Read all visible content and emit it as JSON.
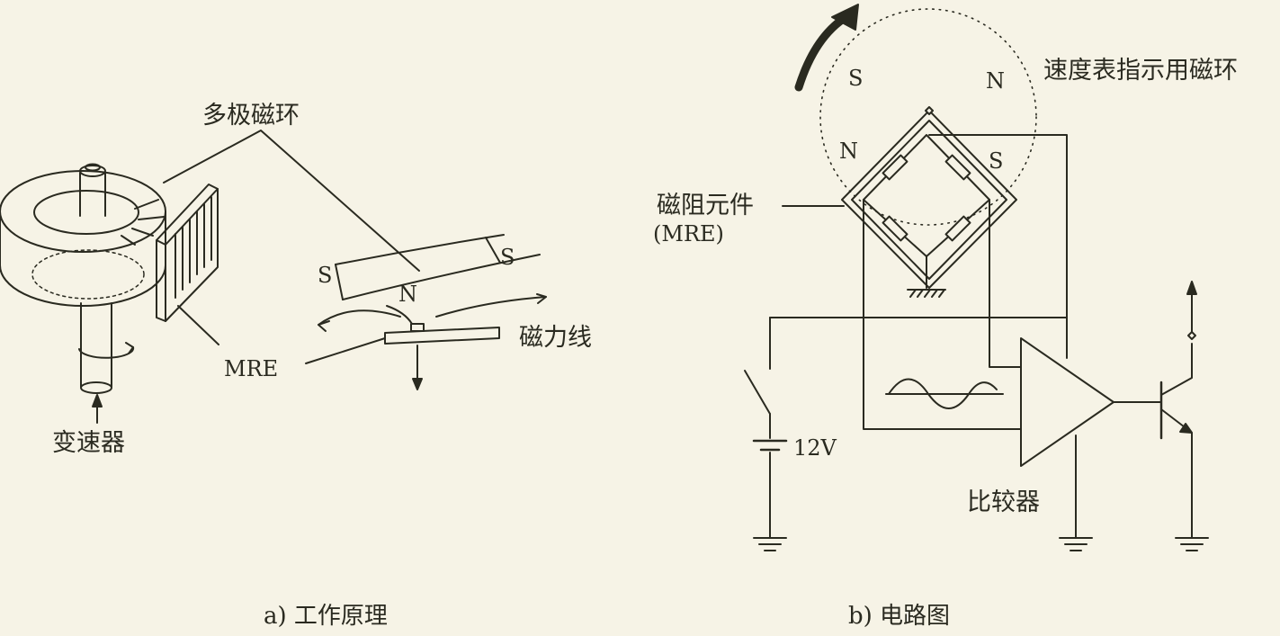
{
  "colors": {
    "background": "#f6f3e6",
    "ink": "#2a2a20"
  },
  "panel_a": {
    "caption": "a) 工作原理",
    "multipole_ring_label": "多极磁环",
    "mre_label": "MRE",
    "transmission_label": "变速器",
    "field_lines_label": "磁力线",
    "pole_s_left": "S",
    "pole_n_center": "N",
    "pole_s_right": "S"
  },
  "panel_b": {
    "caption": "b) 电路图",
    "speedometer_ring_label": "速度表指示用磁环",
    "mre_element_label": "磁阻元件",
    "mre_element_abbr": "(MRE)",
    "battery_label": "12V",
    "comparator_label": "比较器",
    "pole_s_top_left": "S",
    "pole_n_top_right": "N",
    "pole_n_left": "N",
    "pole_s_right": "S"
  }
}
